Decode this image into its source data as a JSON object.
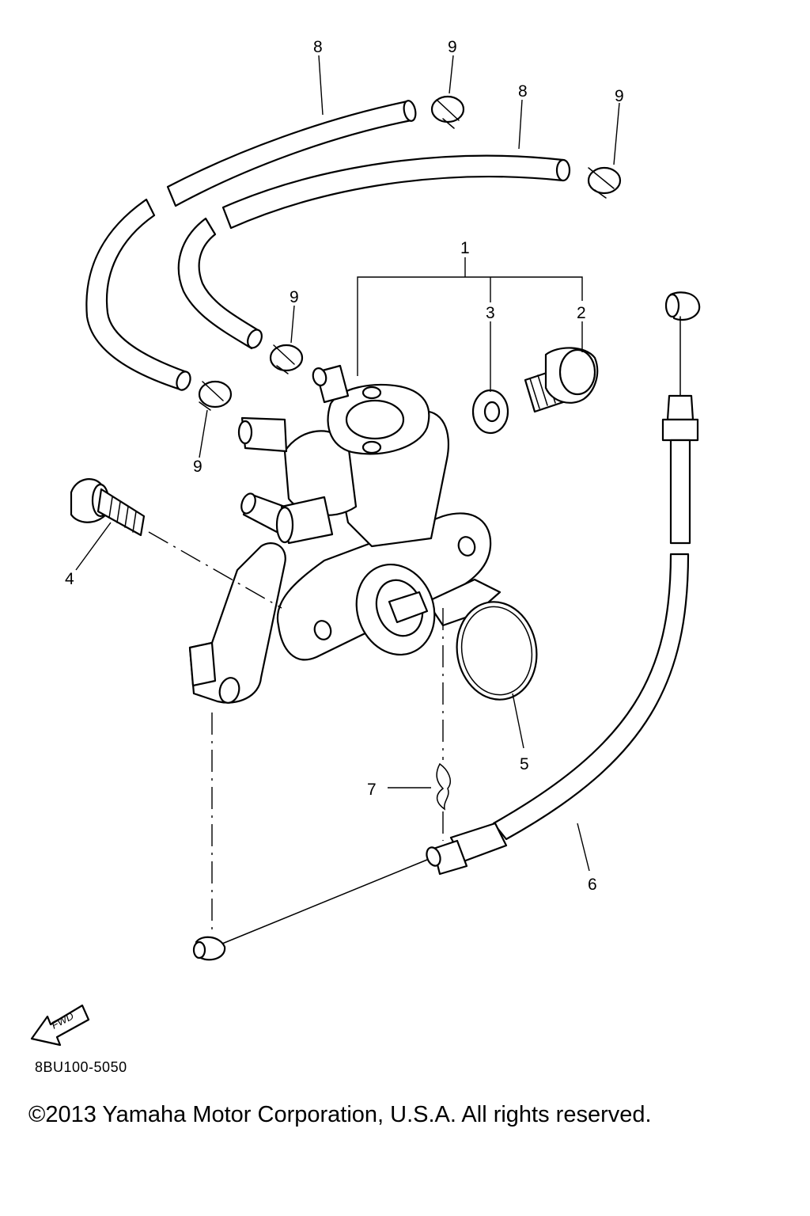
{
  "diagram": {
    "callouts": {
      "c1": "1",
      "c2": "2",
      "c3": "3",
      "c4": "4",
      "c5": "5",
      "c6": "6",
      "c7": "7",
      "c8a": "8",
      "c8b": "8",
      "c9a": "9",
      "c9b": "9",
      "c9c": "9",
      "c9d": "9"
    },
    "fwd_label": "FWD",
    "diagram_code": "8BU100-5050",
    "copyright": "©2013 Yamaha Motor Corporation, U.S.A. All rights reserved."
  }
}
